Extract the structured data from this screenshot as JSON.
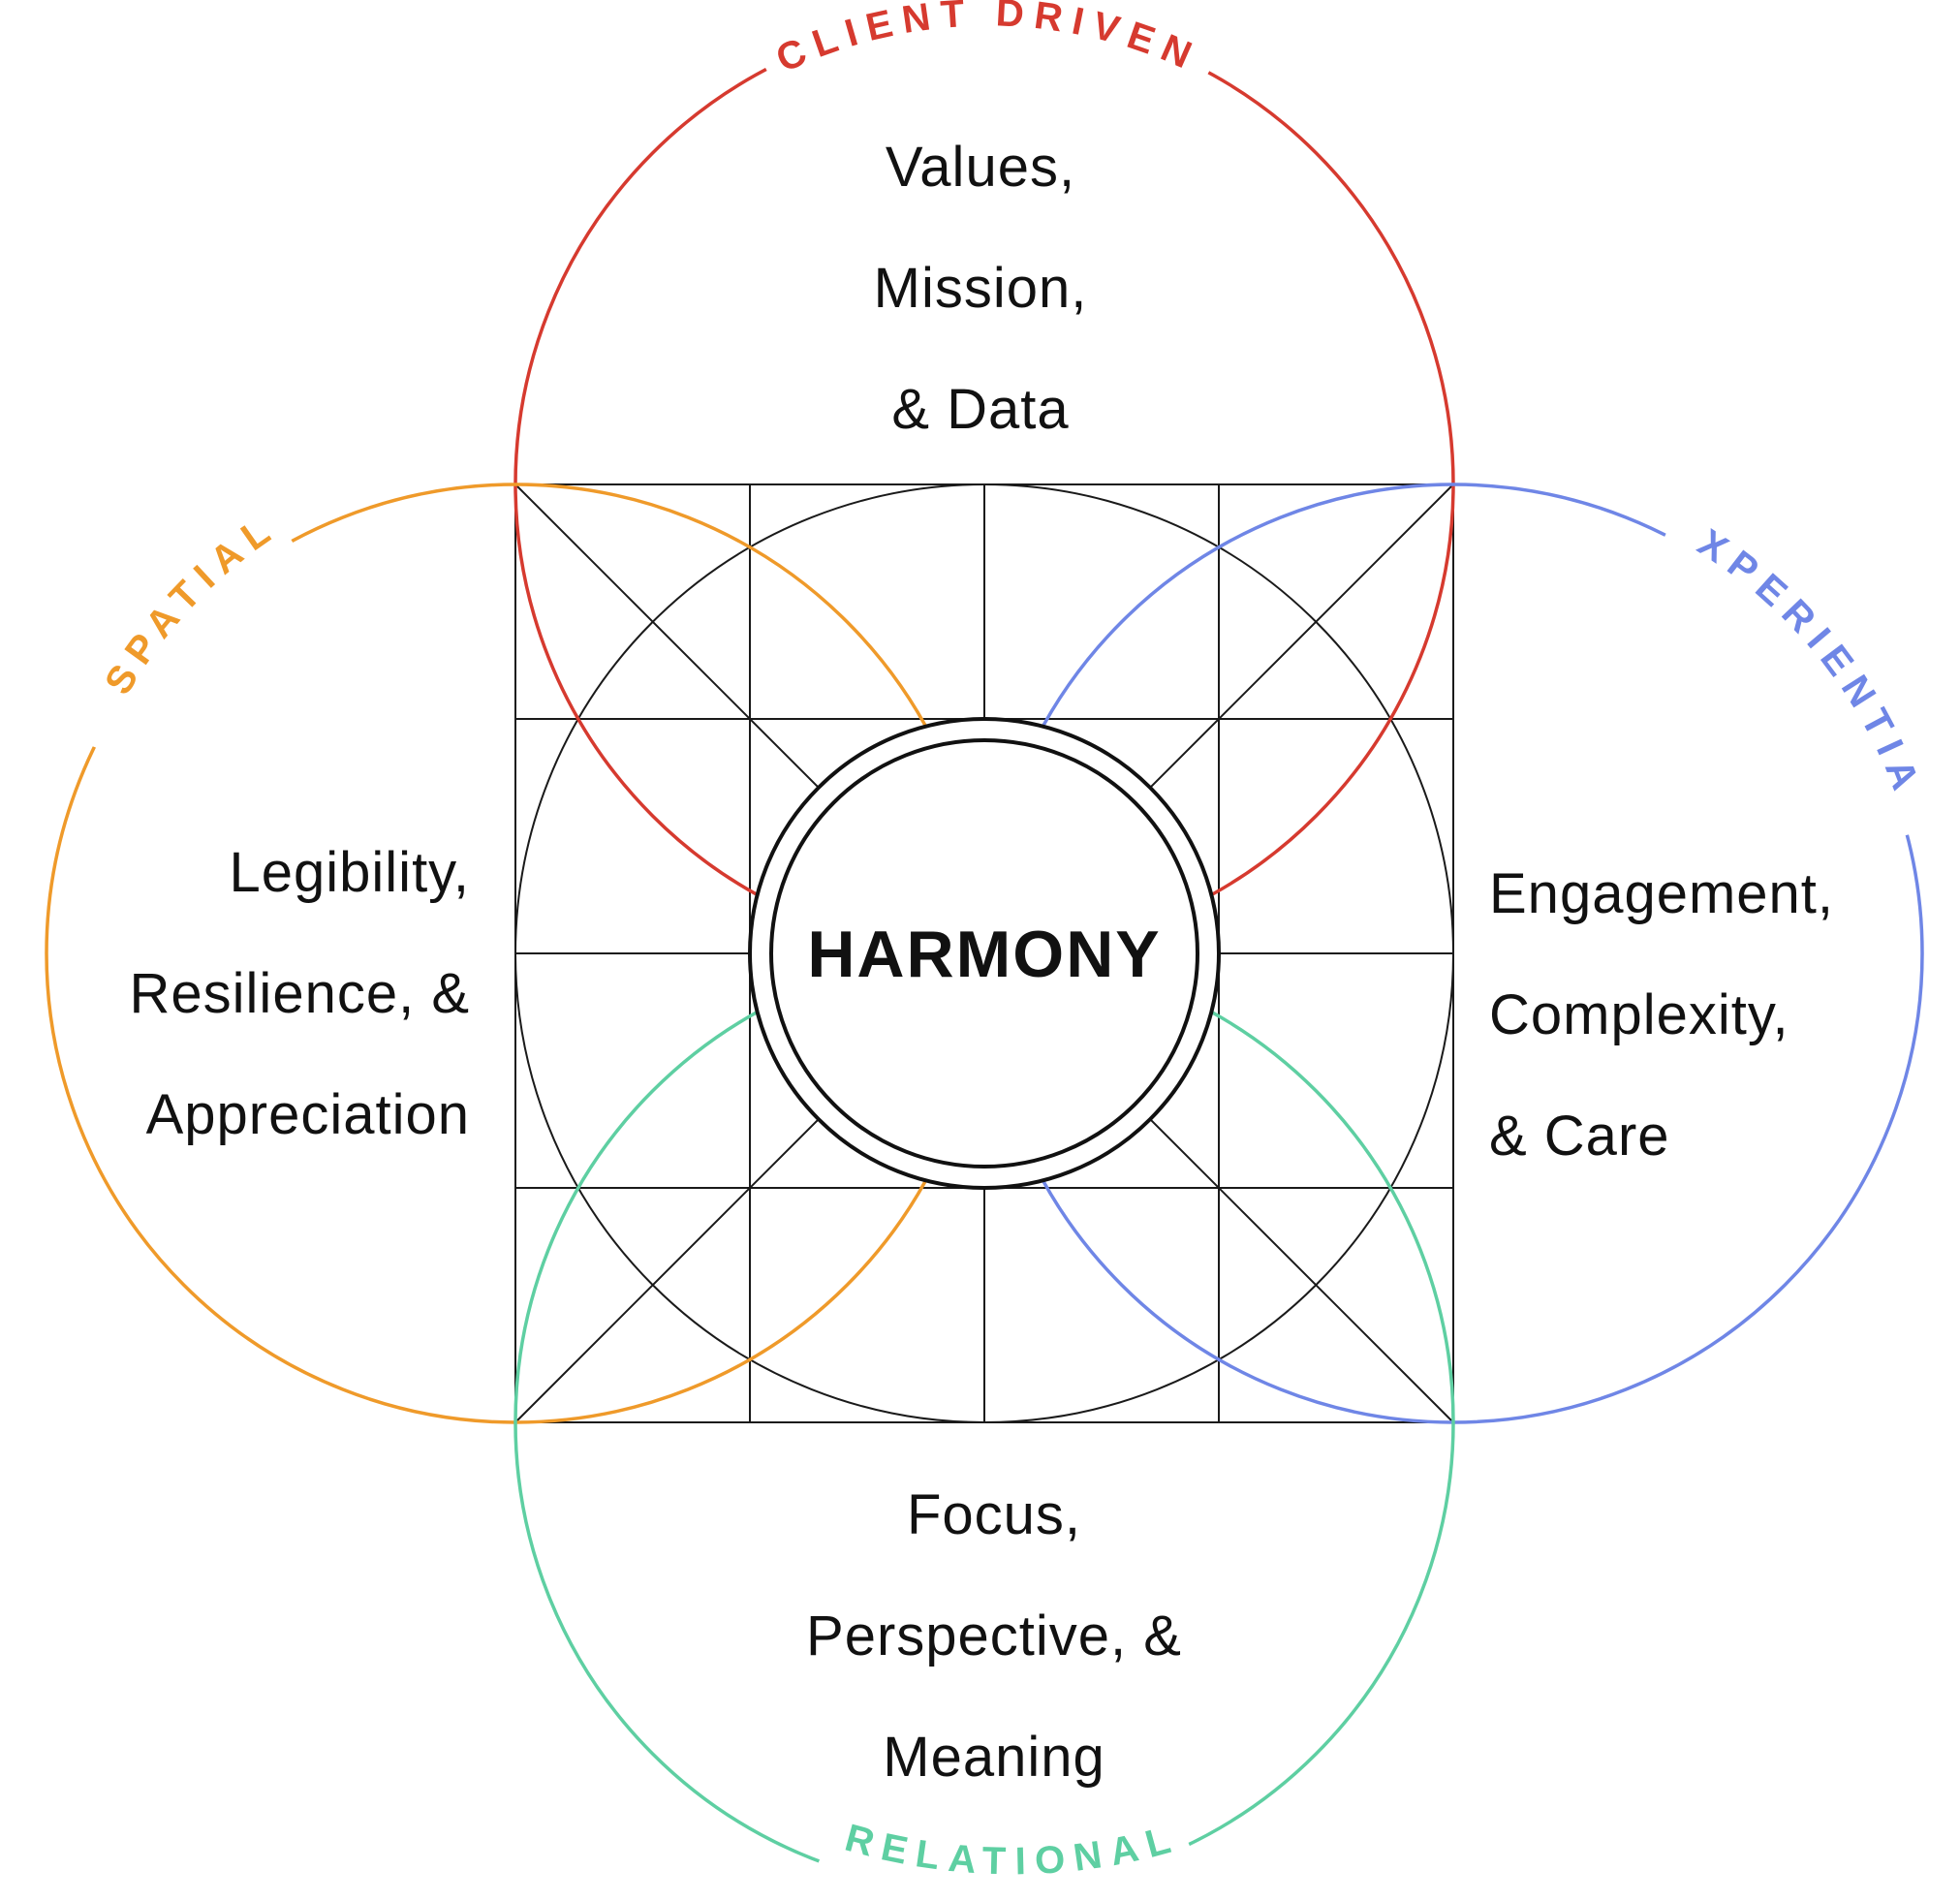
{
  "center": {
    "label": "HARMONY"
  },
  "colors": {
    "client_driven": "#d63a2f",
    "spatial": "#ef9a2a",
    "experiential": "#6f86e6",
    "relational": "#5ecfa2",
    "structure": "#1a1a1a"
  },
  "sections": {
    "client_driven": {
      "label": "CLIENT DRIVEN",
      "lines": [
        "Values,",
        "Mission,",
        "& Data"
      ]
    },
    "spatial": {
      "label": "SPATIAL",
      "lines": [
        "Legibility,",
        "Resilience, &",
        "Appreciation"
      ]
    },
    "experiential": {
      "label": "EXPERIENTIAL",
      "lines": [
        "Engagement,",
        "Complexity,",
        "& Care"
      ]
    },
    "relational": {
      "label": "RELATIONAL",
      "lines": [
        "Focus,",
        "Perspective, &",
        "Meaning"
      ]
    }
  }
}
